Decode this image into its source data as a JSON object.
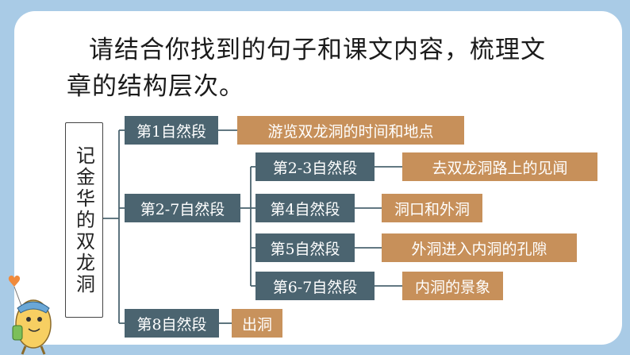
{
  "prompt": {
    "line1": "请结合你找到的句子和课文内容，梳理文",
    "line2": "章的结构层次。"
  },
  "title": "记金华的双龙洞",
  "branches": [
    {
      "label": "第1自然段",
      "items": [
        {
          "label": "游览双龙洞的时间和地点"
        }
      ]
    },
    {
      "label": "第2-7自然段",
      "items": [
        {
          "label": "第2-3自然段",
          "detail": "去双龙洞路上的见闻"
        },
        {
          "label": "第4自然段",
          "detail": "洞口和外洞"
        },
        {
          "label": "第5自然段",
          "detail": "外洞进入内洞的孔隙"
        },
        {
          "label": "第6-7自然段",
          "detail": "内洞的景象"
        }
      ]
    },
    {
      "label": "第8自然段",
      "items": [
        {
          "label": "出洞"
        }
      ]
    }
  ],
  "colors": {
    "background": "#a9cbe6",
    "level_node": "#4b6470",
    "leaf_node": "#c7905a",
    "line": "#4b6470"
  },
  "icons": {
    "mascot": "cartoon-egg-character-with-heart-balloon-icon"
  }
}
